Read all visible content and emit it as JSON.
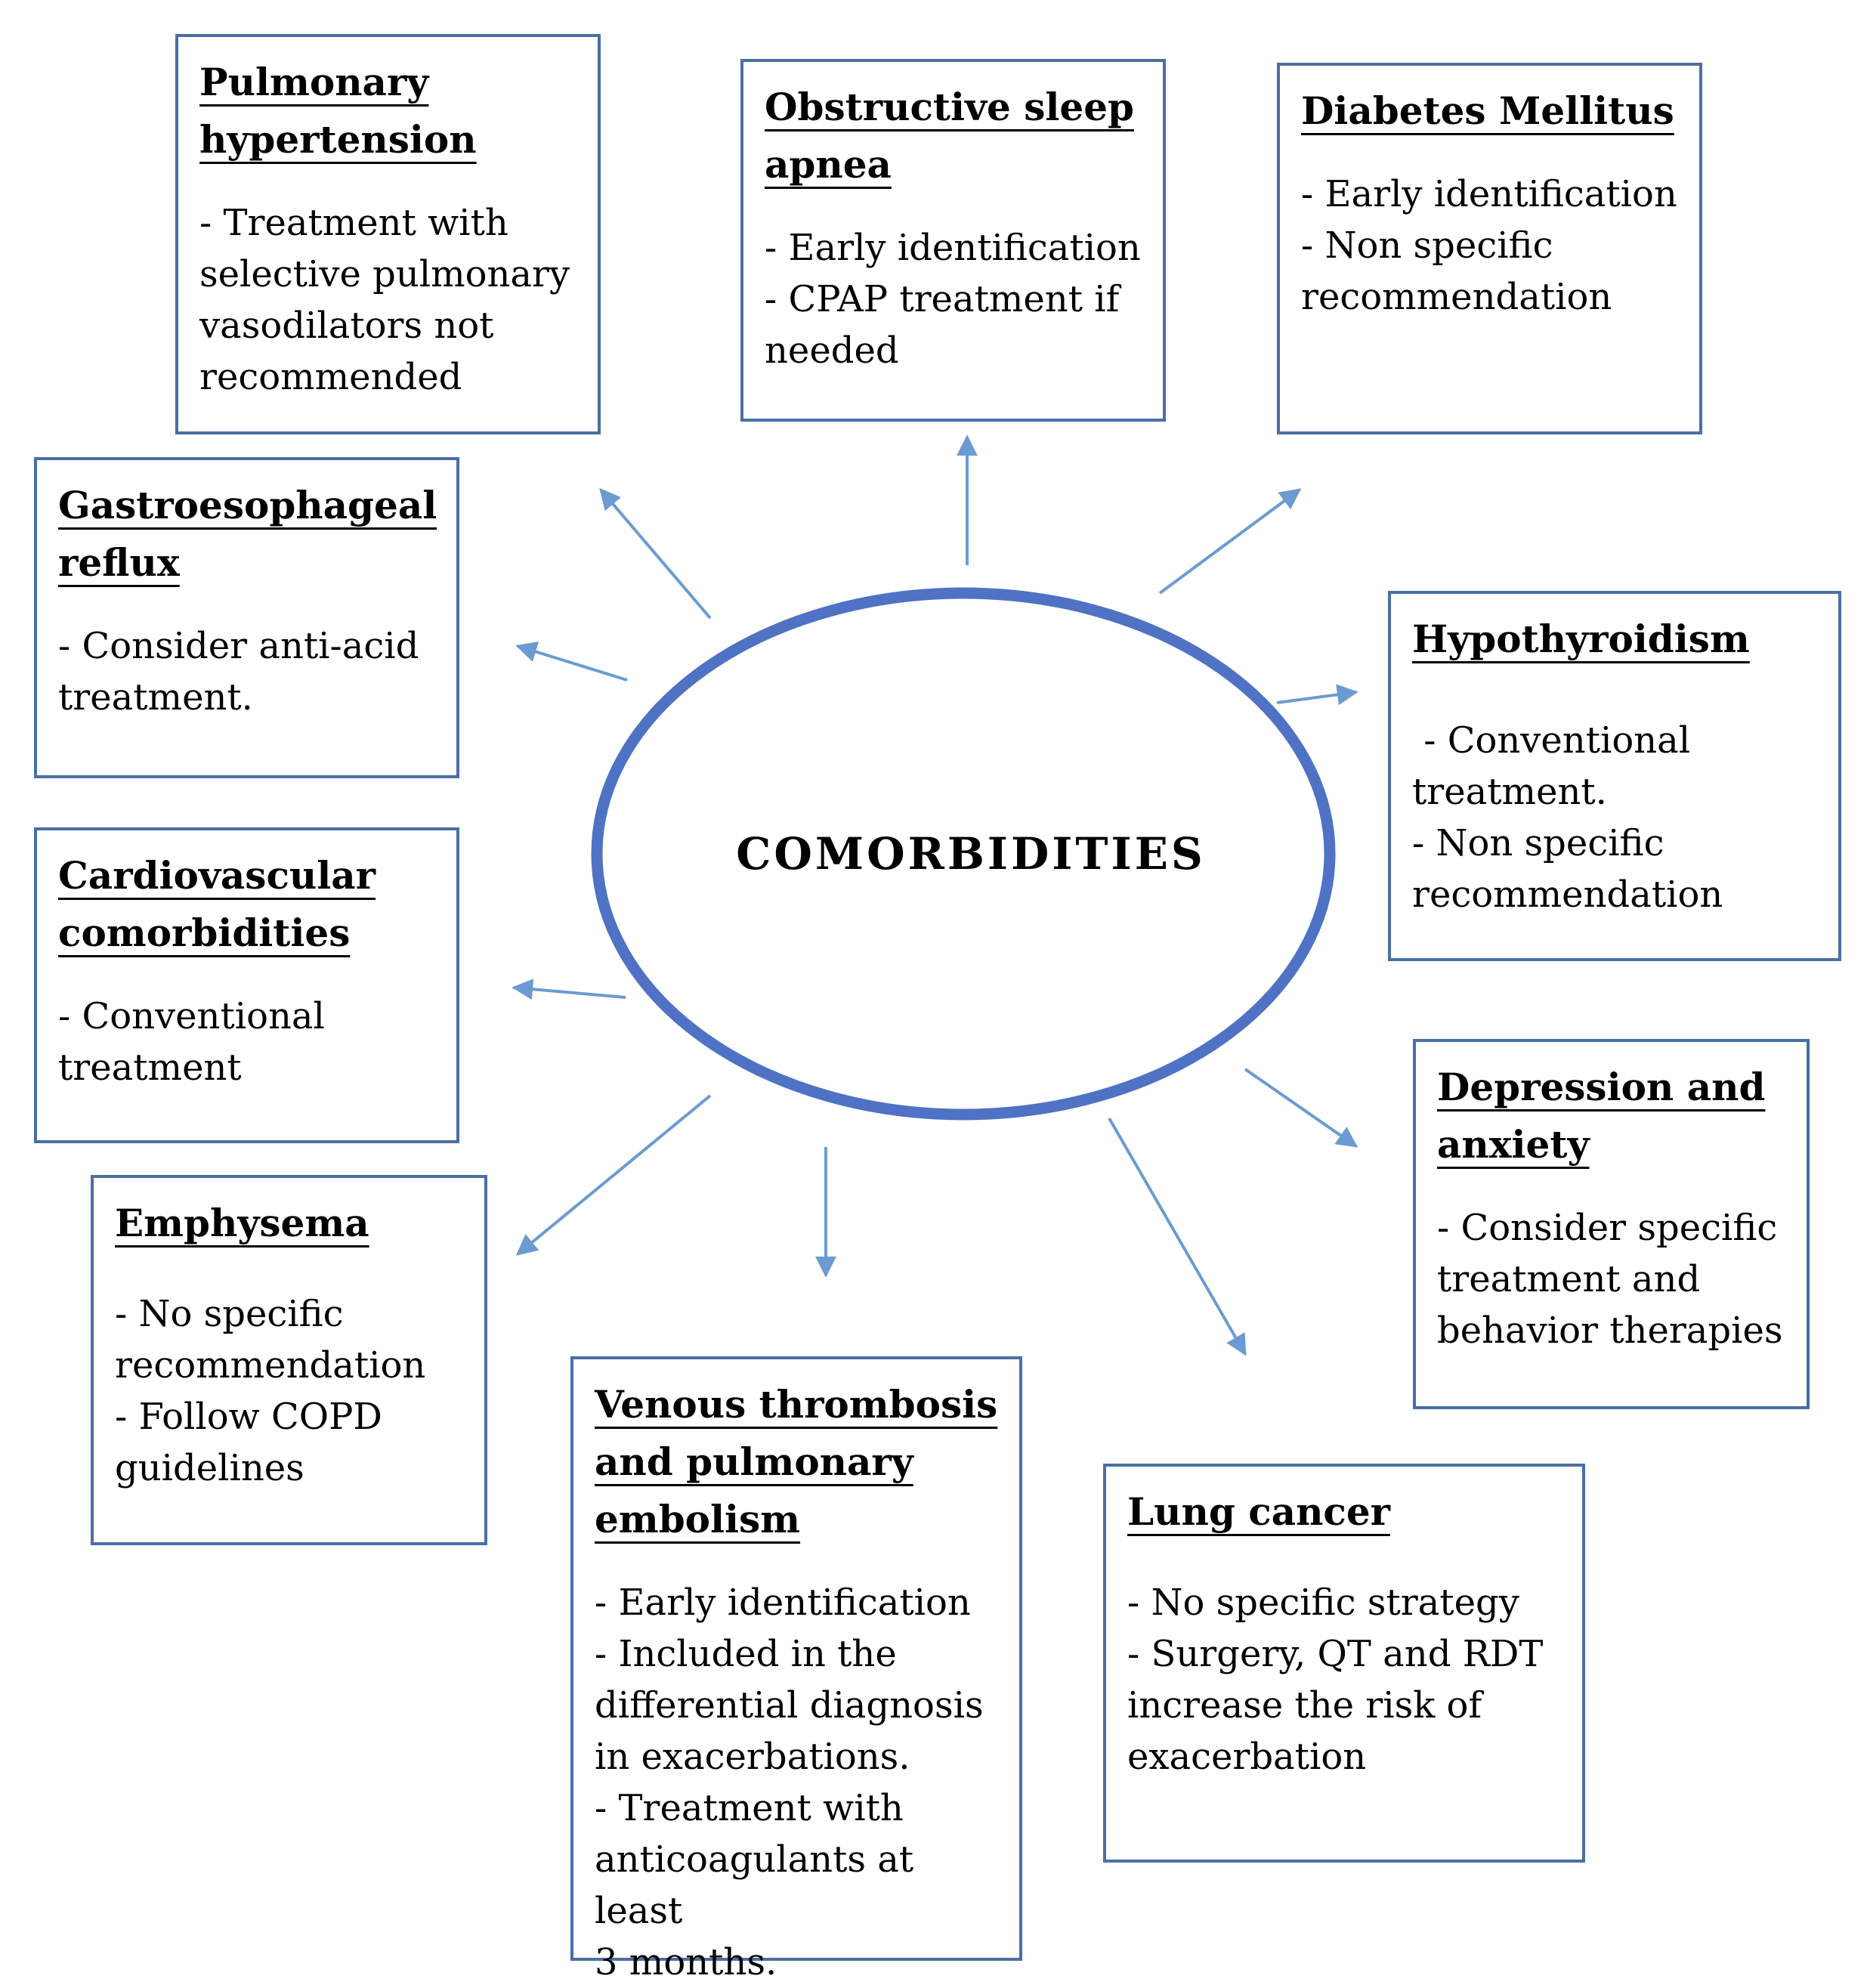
{
  "center": {
    "label": "COMORBIDITIES"
  },
  "colors": {
    "accent": "#4a6fa5",
    "ellipse": "#4f72c4"
  },
  "boxes": [
    {
      "id": "pulmonary-hypertension",
      "title": [
        "Pulmonary",
        "hypertension"
      ],
      "lines": [
        "- Treatment with",
        "selective pulmonary",
        "vasodilators not",
        "recommended"
      ]
    },
    {
      "id": "obstructive-sleep-apnea",
      "title": [
        "Obstructive sleep",
        "apnea"
      ],
      "lines": [
        "- Early identification",
        "- CPAP treatment if",
        "needed"
      ]
    },
    {
      "id": "diabetes-mellitus",
      "title": [
        "Diabetes Mellitus"
      ],
      "lines": [
        "- Early identification",
        "- Non specific",
        "recommendation"
      ]
    },
    {
      "id": "gastroesophageal-reflux",
      "title": [
        "Gastroesophageal",
        "reflux"
      ],
      "lines": [
        "- Consider anti-acid",
        "treatment."
      ]
    },
    {
      "id": "hypothyroidism",
      "title": [
        "Hypothyroidism"
      ],
      "lines": [
        " - Conventional",
        "treatment.",
        "- Non specific",
        "recommendation"
      ]
    },
    {
      "id": "cardiovascular-comorbidities",
      "title": [
        "Cardiovascular",
        "comorbidities"
      ],
      "lines": [
        "- Conventional",
        "treatment"
      ]
    },
    {
      "id": "depression-anxiety",
      "title": [
        "Depression and",
        "anxiety"
      ],
      "lines": [
        "- Consider specific",
        "treatment and",
        "behavior therapies"
      ]
    },
    {
      "id": "emphysema",
      "title": [
        "Emphysema"
      ],
      "lines": [
        "- No specific",
        "recommendation",
        "- Follow COPD",
        "guidelines"
      ]
    },
    {
      "id": "venous-thrombosis",
      "title": [
        "Venous thrombosis",
        "and pulmonary",
        "embolism"
      ],
      "lines": [
        "- Early identification",
        "- Included in the",
        "differential diagnosis",
        "in exacerbations.",
        "- Treatment with",
        "anticoagulants at least",
        "3 months."
      ]
    },
    {
      "id": "lung-cancer",
      "title": [
        "Lung cancer"
      ],
      "lines": [
        "- No specific strategy",
        "- Surgery, QT and RDT",
        "increase the risk of",
        "exacerbation"
      ]
    }
  ]
}
